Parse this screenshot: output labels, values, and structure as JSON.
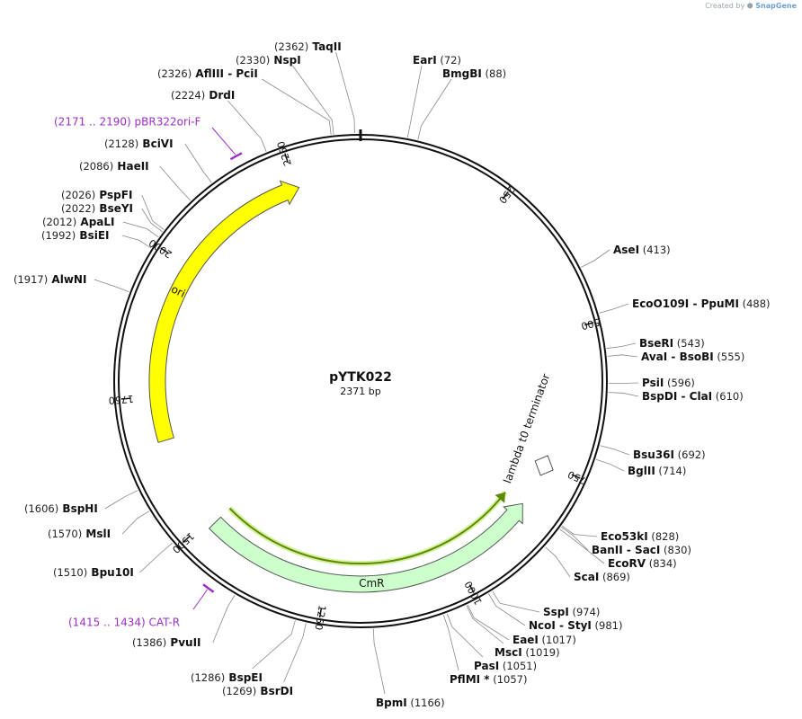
{
  "credit": {
    "prefix": "Created by",
    "brand": "SnapGene"
  },
  "plasmid": {
    "name": "pYTK022",
    "length_label": "2371 bp",
    "length": 2371
  },
  "ticks": [
    250,
    500,
    750,
    1000,
    1250,
    1500,
    1750,
    2000,
    2250
  ],
  "sites": [
    {
      "name": "TaqII",
      "pos": 2362,
      "label": "(2362)  TaqII",
      "side": "left"
    },
    {
      "name": "NspI",
      "pos": 2330,
      "label": "(2330)  NspI",
      "side": "left"
    },
    {
      "name": "AflIII - PciI",
      "pos": 2326,
      "label": "(2326)  AflIII  - PciI",
      "side": "left"
    },
    {
      "name": "DrdI",
      "pos": 2224,
      "label": "(2224)  DrdI",
      "side": "left"
    },
    {
      "name": "BciVI",
      "pos": 2128,
      "label": "(2128)  BciVI",
      "side": "left"
    },
    {
      "name": "HaeII",
      "pos": 2086,
      "label": "(2086)  HaeII",
      "side": "left"
    },
    {
      "name": "PspFI",
      "pos": 2026,
      "label": "(2026)  PspFI",
      "side": "left"
    },
    {
      "name": "BseYI",
      "pos": 2022,
      "label": "(2022)  BseYI",
      "side": "left"
    },
    {
      "name": "ApaLI",
      "pos": 2012,
      "label": "(2012)  ApaLI",
      "side": "left"
    },
    {
      "name": "BsiEI",
      "pos": 1992,
      "label": "(1992)  BsiEI",
      "side": "left"
    },
    {
      "name": "AlwNI",
      "pos": 1917,
      "label": "(1917)  AlwNI",
      "side": "left"
    },
    {
      "name": "BspHI",
      "pos": 1606,
      "label": "(1606)  BspHI",
      "side": "left"
    },
    {
      "name": "MslI",
      "pos": 1570,
      "label": "(1570)  MslI",
      "side": "left"
    },
    {
      "name": "Bpu10I",
      "pos": 1510,
      "label": "(1510)  Bpu10I",
      "side": "left"
    },
    {
      "name": "PvuII",
      "pos": 1386,
      "label": "(1386)  PvuII",
      "side": "left"
    },
    {
      "name": "BspEI",
      "pos": 1286,
      "label": "(1286)  BspEI",
      "side": "left"
    },
    {
      "name": "BsrDI",
      "pos": 1269,
      "label": "(1269)  BsrDI",
      "side": "left"
    },
    {
      "name": "EarI",
      "pos": 72,
      "label": "EarI    (72)",
      "side": "right"
    },
    {
      "name": "BmgBI",
      "pos": 88,
      "label": "BmgBI    (88)",
      "side": "right"
    },
    {
      "name": "AseI",
      "pos": 413,
      "label": "AseI    (413)",
      "side": "right"
    },
    {
      "name": "EcoO109I - PpuMI",
      "pos": 488,
      "label": "EcoO109I  - PpuMI    (488)",
      "side": "right"
    },
    {
      "name": "BseRI",
      "pos": 543,
      "label": "BseRI    (543)",
      "side": "right"
    },
    {
      "name": "AvaI - BsoBI",
      "pos": 555,
      "label": "AvaI  - BsoBI    (555)",
      "side": "right"
    },
    {
      "name": "PsiI",
      "pos": 596,
      "label": "PsiI    (596)",
      "side": "right"
    },
    {
      "name": "BspDI - ClaI",
      "pos": 610,
      "label": "BspDI  - ClaI    (610)",
      "side": "right"
    },
    {
      "name": "Bsu36I",
      "pos": 692,
      "label": "Bsu36I    (692)",
      "side": "right"
    },
    {
      "name": "BglII",
      "pos": 714,
      "label": "BglII    (714)",
      "side": "right"
    },
    {
      "name": "Eco53kI",
      "pos": 828,
      "label": "Eco53kI    (828)",
      "side": "right"
    },
    {
      "name": "BanII - SacI",
      "pos": 830,
      "label": "BanII  - SacI    (830)",
      "side": "right"
    },
    {
      "name": "EcoRV",
      "pos": 834,
      "label": "EcoRV    (834)",
      "side": "right"
    },
    {
      "name": "ScaI",
      "pos": 869,
      "label": "ScaI    (869)",
      "side": "right"
    },
    {
      "name": "SspI",
      "pos": 974,
      "label": "SspI    (974)",
      "side": "right"
    },
    {
      "name": "NcoI - StyI",
      "pos": 981,
      "label": "NcoI  - StyI    (981)",
      "side": "right"
    },
    {
      "name": "EaeI",
      "pos": 1017,
      "label": "EaeI    (1017)",
      "side": "right"
    },
    {
      "name": "MscI",
      "pos": 1019,
      "label": "MscI    (1019)",
      "side": "right"
    },
    {
      "name": "PasI",
      "pos": 1051,
      "label": "PasI    (1051)",
      "side": "right"
    },
    {
      "name": "PflMI *",
      "pos": 1057,
      "label": "PflMI *    (1057)",
      "side": "right"
    },
    {
      "name": "BpmI",
      "pos": 1166,
      "label": "BpmI    (1166)",
      "side": "right"
    }
  ],
  "primers": [
    {
      "name": "pBR322ori-F",
      "start": 2171,
      "end": 2190,
      "label": "(2171 .. 2190)  pBR322ori-F"
    },
    {
      "name": "CAT-R",
      "start": 1415,
      "end": 1434,
      "label": "(1415 .. 1434)  CAT-R"
    }
  ],
  "features": [
    {
      "name": "ori",
      "start": 1667,
      "end": 2255,
      "direction": "forward",
      "color": "#ffff00"
    },
    {
      "name": "CmR",
      "start": 837,
      "end": 1487,
      "direction": "reverse",
      "color": "#ccffcc"
    },
    {
      "name": "lambda t0 terminator",
      "start": 736,
      "end": 830,
      "direction": "forward",
      "color": "#ffffff"
    }
  ],
  "colors": {
    "primer": "#9b30c8",
    "backbone": "#111111",
    "orf": "#5a8a00"
  }
}
